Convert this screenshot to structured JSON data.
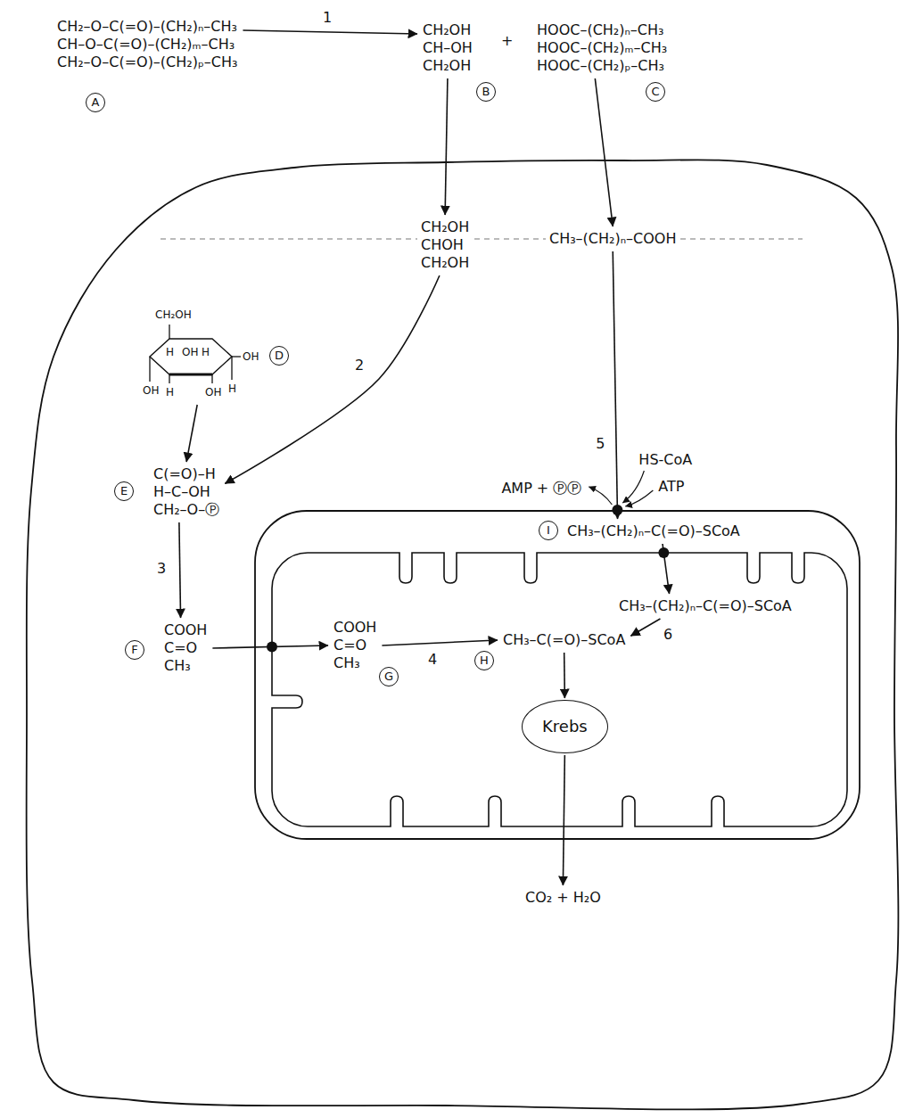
{
  "diagram": {
    "nodes": [
      {
        "text": [
          "CH₂–O–C(=O)–(CH₂)ₙ–CH₃",
          "CH–O–C(=O)–(CH₂)ₘ–CH₃",
          "CH₂–O–C(=O)–(CH₂)ₚ–CH₃",
          "A"
        ]
      },
      {
        "text": [
          "CH₂OH",
          "CH–OH",
          "CH₂OH",
          "B"
        ]
      },
      {
        "text": [
          "HOOC–(CH₂)ₙ–CH₃",
          "HOOC–(CH₂)ₘ–CH₃",
          "HOOC–(CH₂)ₚ–CH₃",
          "C"
        ]
      },
      {
        "text": []
      },
      {
        "text": [
          "CH₂OH",
          "CHOH",
          "CH₂OH"
        ],
        "in": 3
      },
      {
        "text": [
          "CH₃–(CH₂)ₙ–COOH"
        ],
        "in": 3
      },
      {
        "text": [
          "CH₂OH",
          "H",
          "OH",
          "H",
          "OH",
          "OH",
          "H",
          "OH",
          "H",
          "D"
        ],
        "in": 3
      },
      {
        "text": [
          "C(=O)–H",
          "H–C–OH",
          "CH₂–O–Ⓟ",
          "E"
        ],
        "in": 3
      },
      {
        "text": [
          "COOH",
          "C=O",
          "CH₃",
          "F"
        ],
        "in": 3
      },
      {
        "text": [],
        "in": 3
      },
      {
        "text": [
          "CH₃–(CH₂)ₙ–C(=O)–SCoA",
          "I"
        ],
        "in": 9
      },
      {
        "text": [
          "CH₃–(CH₂)ₙ–C(=O)–SCoA"
        ],
        "in": 9
      },
      {
        "text": [
          "COOH",
          "C=O",
          "CH₃",
          "G"
        ],
        "in": 9
      },
      {
        "text": [
          "CH₃–C(=O)–SCoA",
          "H"
        ],
        "in": 9
      },
      {
        "text": [
          "Krebs"
        ],
        "in": 9
      },
      {
        "text": [
          "CO₂ + H₂O"
        ],
        "in": 3
      }
    ],
    "edges": [
      {
        "from": 0,
        "to": 1,
        "arrow": "to",
        "label": "1"
      },
      {
        "from": 1,
        "to": 4,
        "arrow": "to"
      },
      {
        "from": 2,
        "to": 5,
        "arrow": "to"
      },
      {
        "from": 4,
        "to": 7,
        "arrow": "to",
        "label": "2"
      },
      {
        "from": 6,
        "to": 7,
        "arrow": "to"
      },
      {
        "from": 7,
        "to": 8,
        "arrow": "to",
        "label": "3"
      },
      {
        "from": 8,
        "to": 12,
        "arrow": "to"
      },
      {
        "from": 12,
        "to": 13,
        "arrow": "to",
        "label": "4"
      },
      {
        "from": 5,
        "to": 10,
        "arrow": "to",
        "label": "5"
      },
      {
        "from": 10,
        "to": 11,
        "arrow": "to"
      },
      {
        "from": 11,
        "to": 13,
        "arrow": "to",
        "label": "6"
      },
      {
        "from": 13,
        "to": 14,
        "arrow": "to"
      },
      {
        "from": 14,
        "to": 15,
        "arrow": "to"
      }
    ],
    "labels": [
      "+",
      "HS-CoA",
      "ATP",
      "AMP + ⓅⓅ"
    ]
  }
}
